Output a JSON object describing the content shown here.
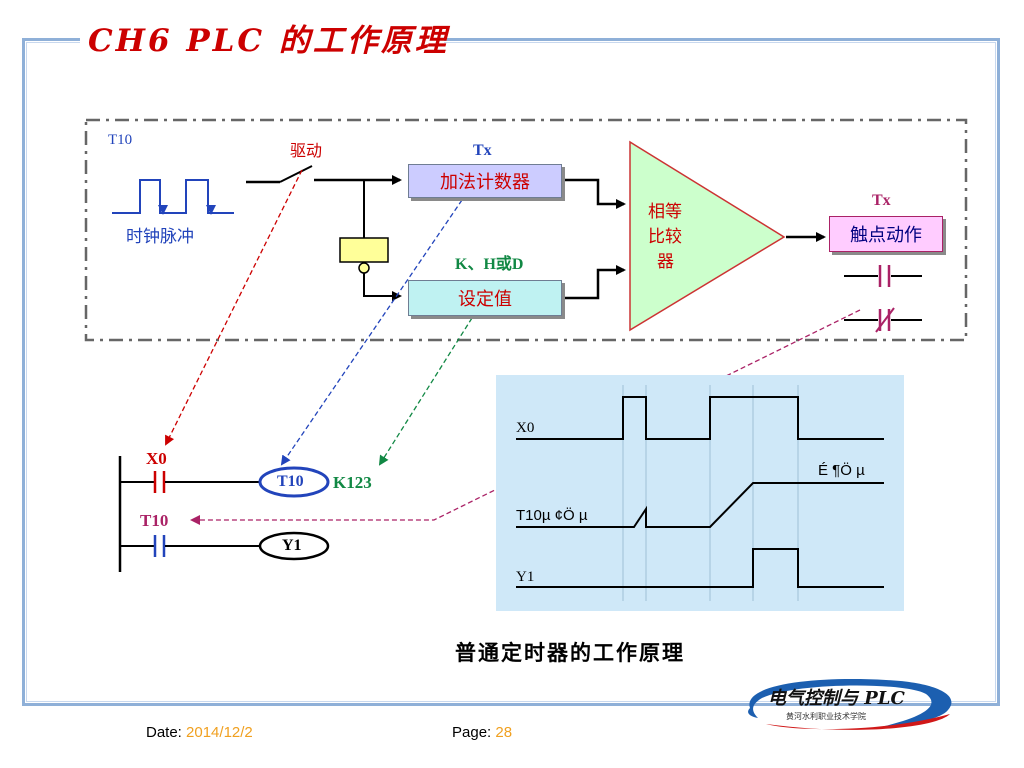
{
  "slide": {
    "title": "CH6 PLC 的工作原理",
    "caption": "普通定时器的工作原理"
  },
  "block_diagram": {
    "t10_label": "T10",
    "clock_label": "时钟脉冲",
    "drive_label": "驱动",
    "tx_label_top": "Tx",
    "adder_label": "加法计数器",
    "kh_label": "K、H或D",
    "preset_label": "设定值",
    "comparator_label_line1": "相等",
    "comparator_label_line2": "比较",
    "comparator_label_line3": "器",
    "tx_label_right": "Tx",
    "contact_action_label": "触点动作"
  },
  "ladder": {
    "x0_label": "X0",
    "t10_coil_label": "T10",
    "k123_label": "K123",
    "t10_contact_label": "T10",
    "y1_coil_label": "Y1"
  },
  "timing": {
    "x0_label": "X0",
    "t10_label": "T10µ ¢Ö µ",
    "preset_label": "É ¶Ö µ",
    "y1_label": "Y1"
  },
  "footer": {
    "date_label": "Date:",
    "date_value": "2014/12/2",
    "page_label": "Page:",
    "page_value": "28"
  },
  "logo": {
    "main_text": "电气控制与 PLC",
    "sub_text": "黄河水利职业技术学院"
  },
  "colors": {
    "title": "#cc0000",
    "frame": "#8fb0d8",
    "blue_text": "#2244bb",
    "red_text": "#cc0000",
    "green_text": "#118844",
    "purple_text": "#aa2266",
    "adder_fill": "#ccccff",
    "preset_fill": "#bff2f2",
    "comparator_fill": "#ccffcc",
    "contact_fill": "#ffccff",
    "timing_bg": "#cfe8f8",
    "footer_value": "#f0a020"
  }
}
